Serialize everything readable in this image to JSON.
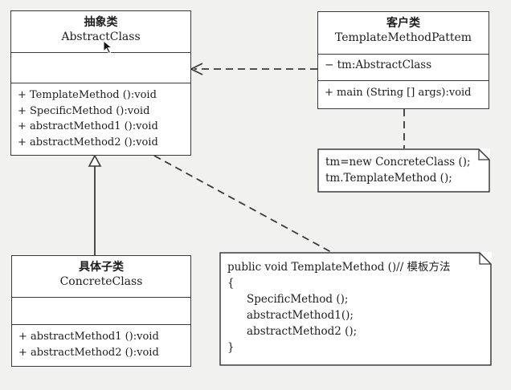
{
  "abstract_class": {
    "stereotype": "抽象类",
    "name": "AbstractClass",
    "operations": [
      "+ TemplateMethod ():void",
      "+ SpecificMethod ():void",
      "+ abstractMethod1 ():void",
      "+ abstractMethod2 ():void"
    ]
  },
  "client_class": {
    "stereotype": "客户类",
    "name": "TemplateMethodPattem",
    "attributes": [
      "− tm:AbstractClass"
    ],
    "operations": [
      "+ main (String [] args):void"
    ]
  },
  "concrete_class": {
    "stereotype": "具体子类",
    "name": "ConcreteClass",
    "operations": [
      "+ abstractMethod1 ():void",
      "+ abstractMethod2 ():void"
    ]
  },
  "client_note": {
    "lines": [
      "tm=new ConcreteClass ();",
      "tm.TemplateMethod ();"
    ]
  },
  "template_note": {
    "header": "public void TemplateMethod ()// 模板方法",
    "open_brace": "{",
    "body": [
      "SpecificMethod ();",
      "abstractMethod1();",
      "abstractMethod2 ();"
    ],
    "close_brace": "}"
  },
  "colors": {
    "line": "#3a3a3a",
    "box_fill": "#ffffff",
    "background": "#f1f1ef"
  }
}
